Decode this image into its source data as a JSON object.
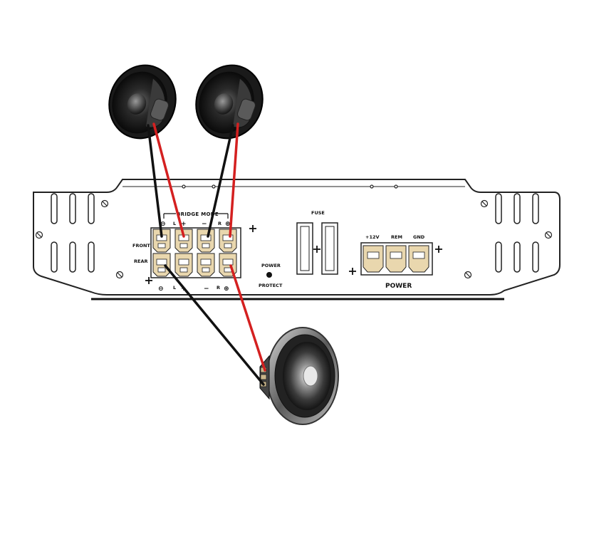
{
  "amplifier": {
    "bridge_mode_label": "BRIDGE MODE",
    "front_label": "FRONT",
    "rear_label": "REAR",
    "top_minus_left": "⊖",
    "top_l_label": "L",
    "top_plus_left": "+",
    "top_minus_right": "−",
    "top_r_label": "R",
    "top_plus_right": "⊕",
    "bottom_minus_left": "⊖",
    "bottom_l_label": "L",
    "bottom_plus_left": "+",
    "bottom_minus_right": "−",
    "bottom_r_label": "R",
    "bottom_plus_right": "⊕",
    "power_led_label": "POWER",
    "protect_led_label": "PROTECT",
    "fuse_label": "FUSE",
    "plus12v_label": "+12V",
    "rem_label": "REM",
    "gnd_label": "GND",
    "power_block_label": "POWER"
  },
  "colors": {
    "positive_wire": "#d42020",
    "negative_wire": "#111111",
    "amp_outline": "#222222",
    "terminal_fill": "#e9d7ae"
  },
  "components": {
    "speakers": [
      "left-full-range-speaker",
      "right-full-range-speaker"
    ],
    "subwoofer": "subwoofer"
  }
}
